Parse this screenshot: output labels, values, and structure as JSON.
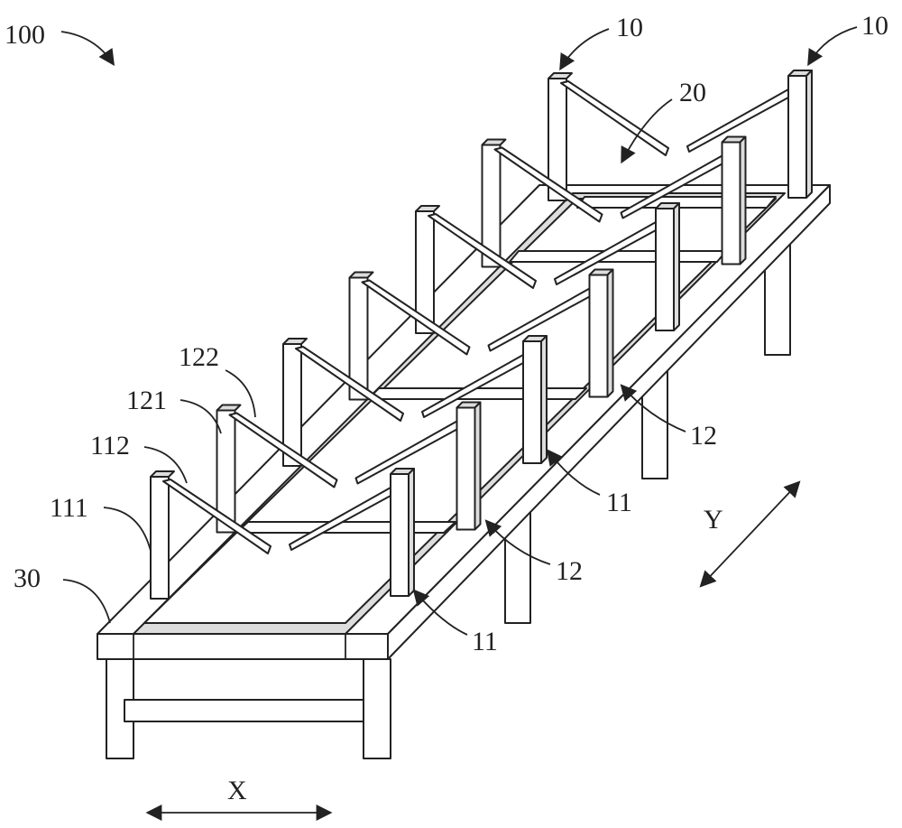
{
  "figure": {
    "labels": {
      "assembly": "100",
      "unit_left": "10",
      "unit_right": "10",
      "gap": "20",
      "post_122": "122",
      "post_121": "121",
      "post_112": "112",
      "post_111": "111",
      "frame": "30",
      "rail_12_upper": "12",
      "rail_11_upper": "11",
      "rail_12_lower": "12",
      "rail_11_lower": "11",
      "axis_y": "Y",
      "axis_x": "X"
    }
  }
}
